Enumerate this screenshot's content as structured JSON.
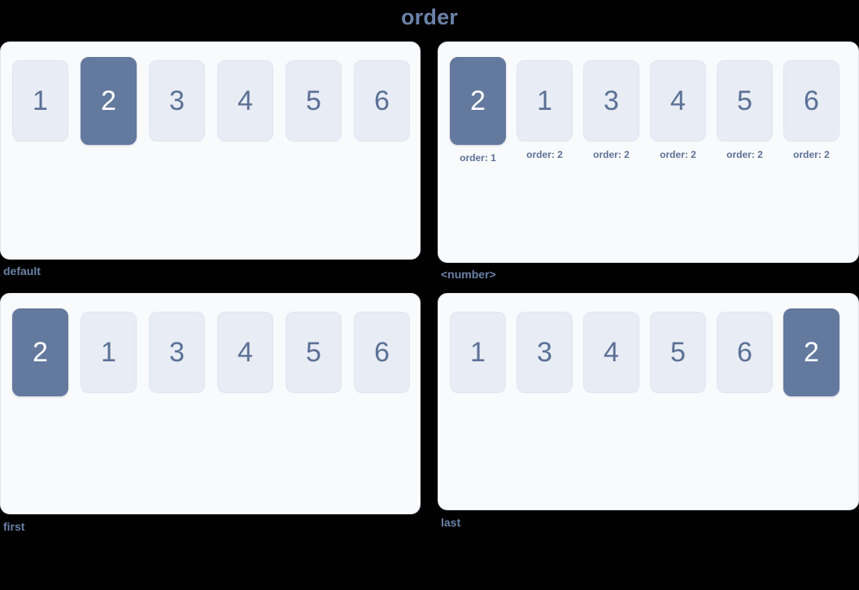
{
  "page": {
    "title": "order",
    "title_color": "#6b82a8",
    "background_color": "#000000"
  },
  "theme": {
    "panel_background": "#f9fafc",
    "panel_border": "#e2e7f0",
    "tile_background": "#e8ecf4",
    "tile_border": "#dfe5f0",
    "tile_text": "#5b7196",
    "active_tile_background": "#64799e",
    "active_tile_text": "#ffffff",
    "caption_color": "#6b82a8",
    "note_color": "#5b7196"
  },
  "panels": [
    {
      "caption": "default",
      "items": [
        {
          "label": "1",
          "active": false,
          "note": ""
        },
        {
          "label": "2",
          "active": true,
          "note": ""
        },
        {
          "label": "3",
          "active": false,
          "note": ""
        },
        {
          "label": "4",
          "active": false,
          "note": ""
        },
        {
          "label": "5",
          "active": false,
          "note": ""
        },
        {
          "label": "6",
          "active": false,
          "note": ""
        }
      ]
    },
    {
      "caption": "<number>",
      "items": [
        {
          "label": "2",
          "active": true,
          "note": "order: 1"
        },
        {
          "label": "1",
          "active": false,
          "note": "order: 2"
        },
        {
          "label": "3",
          "active": false,
          "note": "order: 2"
        },
        {
          "label": "4",
          "active": false,
          "note": "order: 2"
        },
        {
          "label": "5",
          "active": false,
          "note": "order: 2"
        },
        {
          "label": "6",
          "active": false,
          "note": "order: 2"
        }
      ]
    },
    {
      "caption": "first",
      "items": [
        {
          "label": "2",
          "active": true,
          "note": ""
        },
        {
          "label": "1",
          "active": false,
          "note": ""
        },
        {
          "label": "3",
          "active": false,
          "note": ""
        },
        {
          "label": "4",
          "active": false,
          "note": ""
        },
        {
          "label": "5",
          "active": false,
          "note": ""
        },
        {
          "label": "6",
          "active": false,
          "note": ""
        }
      ]
    },
    {
      "caption": "last",
      "items": [
        {
          "label": "1",
          "active": false,
          "note": ""
        },
        {
          "label": "3",
          "active": false,
          "note": ""
        },
        {
          "label": "4",
          "active": false,
          "note": ""
        },
        {
          "label": "5",
          "active": false,
          "note": ""
        },
        {
          "label": "6",
          "active": false,
          "note": ""
        },
        {
          "label": "2",
          "active": true,
          "note": ""
        }
      ]
    }
  ]
}
